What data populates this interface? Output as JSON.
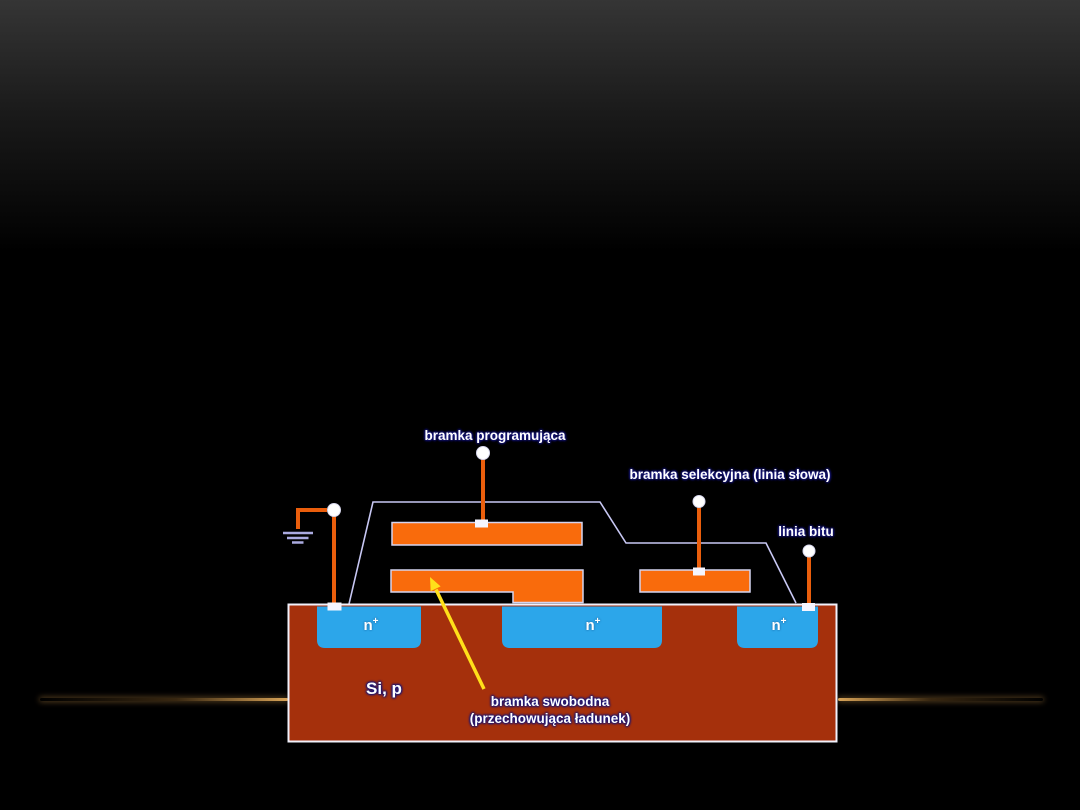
{
  "diagram": {
    "labels": {
      "programming_gate": "bramka programująca",
      "select_gate": "bramka selekcyjna (linia słowa)",
      "bit_line": "linia bitu",
      "floating_gate_line1": "bramka swobodna",
      "floating_gate_line2": "(przechowująca ładunek)",
      "substrate": "Si, p",
      "n_plus_base": "n",
      "n_plus_sup": "+"
    },
    "colors": {
      "background_top": "#353535",
      "background": "#000000",
      "substrate_fill": "#A5300C",
      "substrate_border": "#F1F1FB",
      "n_region_fill": "#2CA6EA",
      "gate_fill": "#F96B0C",
      "gate_border": "#D4D4F0",
      "wire": "#EA5E0C",
      "outline": "#C8C8F4",
      "ground_symbol": "#AAAAE0",
      "terminal_circle": "#FFFFFF",
      "contact": "#F5F5FF",
      "arrow": "#FFE01A",
      "label_text": "#FFFFFF",
      "label_glow": "#16167A",
      "edge_glow": "#E4AC5C"
    }
  }
}
